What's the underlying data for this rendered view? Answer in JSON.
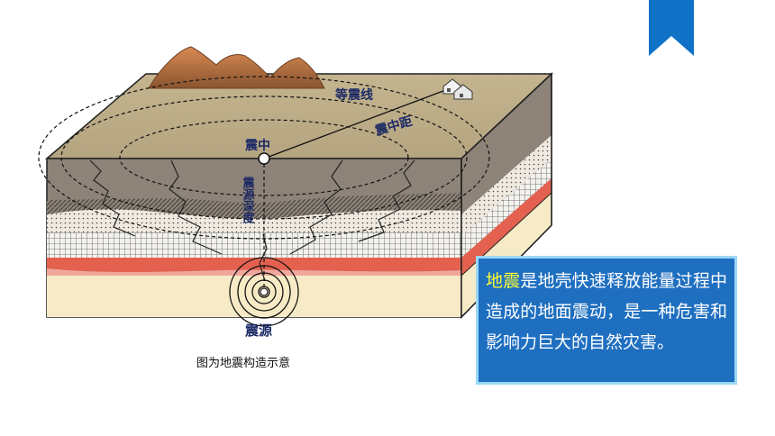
{
  "diagram": {
    "labels": {
      "isoseismal": "等震线",
      "epicenter": "震中",
      "epicentral_distance": "震中距",
      "focal_depth": "震源深度",
      "focus": "震源"
    },
    "caption": "图为地震构造示意"
  },
  "info": {
    "highlight": "地震",
    "text": "是地壳快速释放能量过程中造成的地面震动，是一种危害和影响力巨大的自然灾害。"
  },
  "colors": {
    "info_bg": "#1f6fc0",
    "info_border": "#9bd7f6",
    "highlight": "#ffff33",
    "bookmark": "#0f72c6"
  }
}
